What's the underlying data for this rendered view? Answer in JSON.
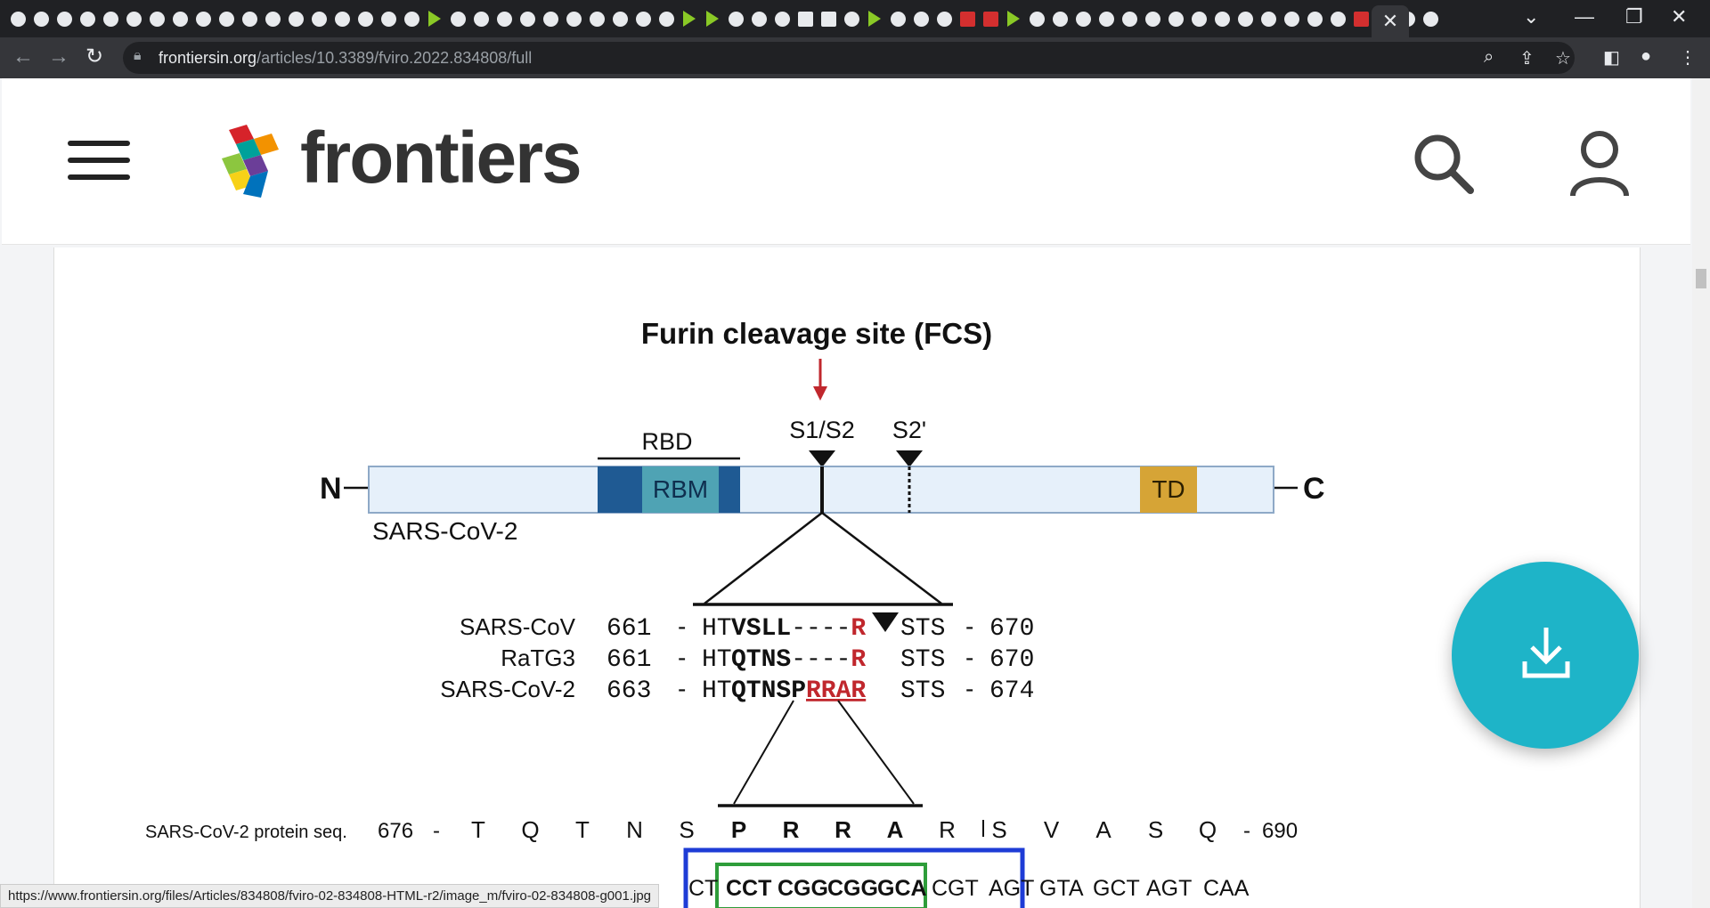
{
  "browser": {
    "url_host": "frontiersin.org",
    "url_path": "/articles/10.3389/fviro.2022.834808/full",
    "status_url": "https://www.frontiersin.org/files/Articles/834808/fviro-02-834808-HTML-r2/image_m/fviro-02-834808-g001.jpg"
  },
  "header": {
    "brand": "frontiers"
  },
  "figure": {
    "title": "Furin cleavage site (FCS)",
    "labels": {
      "rbd": "RBD",
      "rbm": "RBM",
      "s1s2": "S1/S2",
      "s2p": "S2'",
      "td": "TD",
      "n": "N",
      "c": "C",
      "virus": "SARS-CoV-2"
    },
    "alignment": [
      {
        "name": "SARS-CoV",
        "start": "661",
        "dash": "-",
        "seq_a": "HT",
        "seq_b": "VSLL",
        "seq_c": "----",
        "seq_d": "R",
        "seq_e": "STS",
        "end": "670"
      },
      {
        "name": "RaTG3",
        "start": "661",
        "dash": "-",
        "seq_a": "HT",
        "seq_b": "QTNS",
        "seq_c": "----",
        "seq_d": "R",
        "seq_e": "STS",
        "end": "670"
      },
      {
        "name": "SARS-CoV-2",
        "start": "663",
        "dash": "-",
        "seq_a": "HT",
        "seq_b": "QTNSP",
        "seq_c": "",
        "seq_d": "RRAR",
        "seq_e": "STS",
        "end": "674"
      }
    ],
    "protein_label": "SARS-CoV-2 protein seq.",
    "protein_start": "676",
    "protein_residues": [
      "T",
      "Q",
      "T",
      "N",
      "S",
      "P",
      "R",
      "R",
      "A",
      "R",
      "S",
      "V",
      "A",
      "S",
      "Q"
    ],
    "protein_end": "690",
    "codons": [
      "CT",
      "CCT",
      "CGG",
      "CGG",
      "GCA",
      "CGT",
      "AGT",
      "GTA",
      "GCT",
      "AGT",
      "CAA"
    ]
  }
}
